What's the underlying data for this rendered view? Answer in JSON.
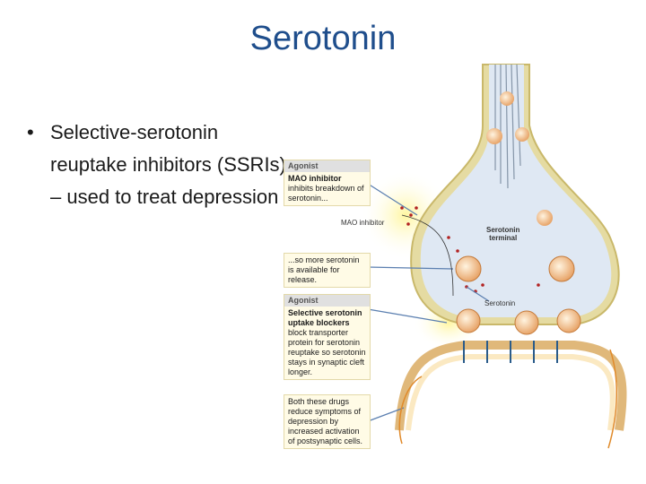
{
  "slide": {
    "title": "Serotonin",
    "bullet": "Selective-serotonin reuptake inhibitors (SSRIs) – used to treat depression"
  },
  "figure": {
    "box1": {
      "header": "Agonist",
      "title": "MAO inhibitor",
      "body": "inhibits breakdown of serotonin..."
    },
    "box2": {
      "body": "...so more serotonin is available for release."
    },
    "box3": {
      "header": "Agonist",
      "title": "Selective serotonin uptake blockers",
      "body": "block transporter protein for serotonin reuptake so serotonin stays in synaptic cleft longer."
    },
    "box4": {
      "body": "Both these drugs reduce symptoms of depression by increased activation of postsynaptic cells."
    },
    "labels": {
      "mao": "MAO inhibitor",
      "terminal_line1": "Serotonin",
      "terminal_line2": "terminal",
      "serotonin": "Serotonin"
    }
  }
}
